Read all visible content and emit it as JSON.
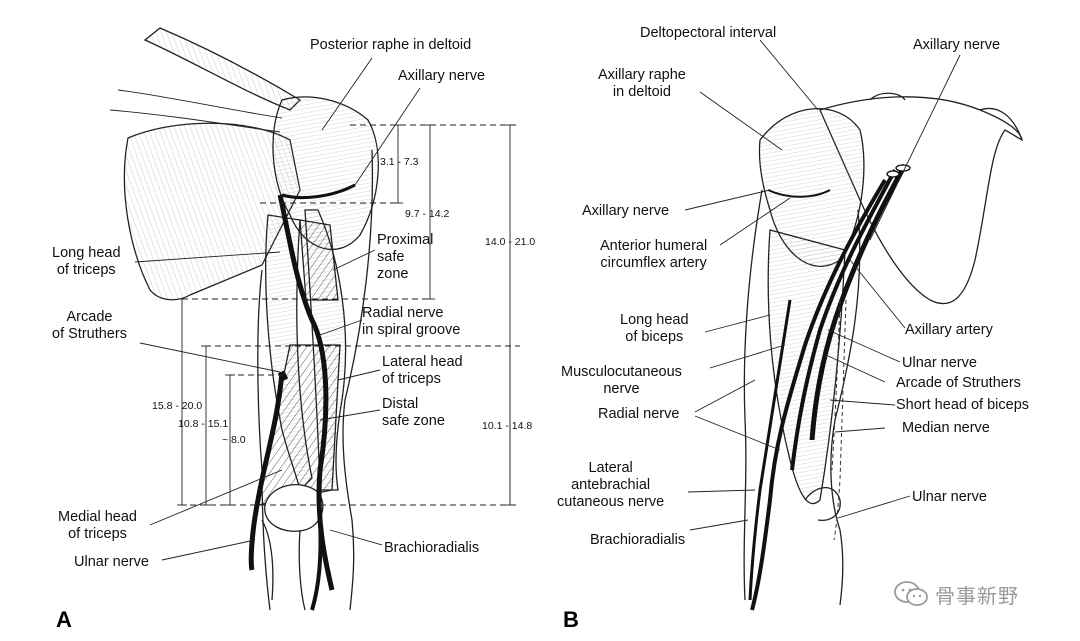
{
  "panels": {
    "a": "A",
    "b": "B"
  },
  "panel_a": {
    "labels": {
      "posterior_raphe": "Posterior raphe in deltoid",
      "axillary_nerve": "Axillary nerve",
      "long_head_triceps": "Long head\nof triceps",
      "proximal_safe_zone": "Proximal\nsafe\nzone",
      "radial_nerve_spiral": "Radial nerve\nin spiral groove",
      "arcade_struthers": "Arcade\nof Struthers",
      "lateral_head_triceps": "Lateral head\nof triceps",
      "distal_safe_zone": "Distal\nsafe zone",
      "medial_head_triceps": "Medial head\nof triceps",
      "ulnar_nerve": "Ulnar nerve",
      "brachioradialis": "Brachioradialis"
    },
    "measurements": {
      "m1": "3.1 - 7.3",
      "m2": "9.7 - 14.2",
      "m3": "14.0 - 21.0",
      "m4": "15.8 - 20.0",
      "m5": "10.8 - 15.1",
      "m6": "~ 8.0",
      "m7": "10.1 - 14.8"
    }
  },
  "panel_b": {
    "labels": {
      "deltopectoral": "Deltopectoral interval",
      "axillary_nerve_top": "Axillary nerve",
      "axillary_raphe": "Axillary raphe\nin deltoid",
      "axillary_nerve_mid": "Axillary nerve",
      "ant_humeral_circ": "Anterior humeral\ncircumflex artery",
      "long_head_biceps": "Long head\nof biceps",
      "axillary_artery": "Axillary artery",
      "ulnar_nerve_1": "Ulnar nerve",
      "musculocutaneous": "Musculocutaneous\nnerve",
      "arcade_struthers": "Arcade of Struthers",
      "radial_nerve": "Radial nerve",
      "short_head_biceps": "Short head of biceps",
      "median_nerve": "Median nerve",
      "lat_antebrachial": "Lateral\nantebrachial\ncutaneous nerve",
      "ulnar_nerve_2": "Ulnar nerve",
      "brachioradialis": "Brachioradialis"
    }
  },
  "watermark": {
    "text": "骨事新野"
  }
}
